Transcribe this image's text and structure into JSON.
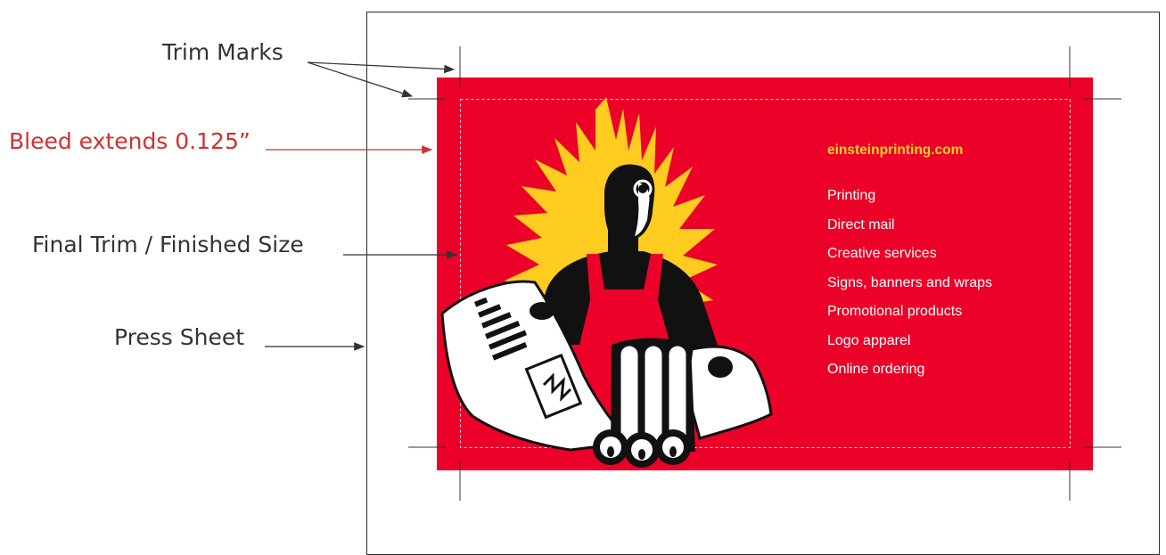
{
  "labels": {
    "trim_marks": "Trim Marks",
    "bleed": "Bleed extends 0.125”",
    "final_trim": "Final Trim / Finished Size",
    "press_sheet": "Press Sheet"
  },
  "card": {
    "website": "einsteinprinting.com",
    "services": [
      "Printing",
      "Direct mail",
      "Creative services",
      "Signs, banners and wraps",
      "Promotional products",
      "Logo apparel",
      "Online ordering"
    ]
  },
  "colors": {
    "card_red": "#ec0128",
    "website_yellow": "#ffd422",
    "burst_yellow": "#ffcc1f",
    "bleed_label_red": "#d32f2f",
    "label_gray": "#333333"
  },
  "icons": {
    "illustration": "printer-man-illustration",
    "arrows": "pointer-arrow"
  }
}
